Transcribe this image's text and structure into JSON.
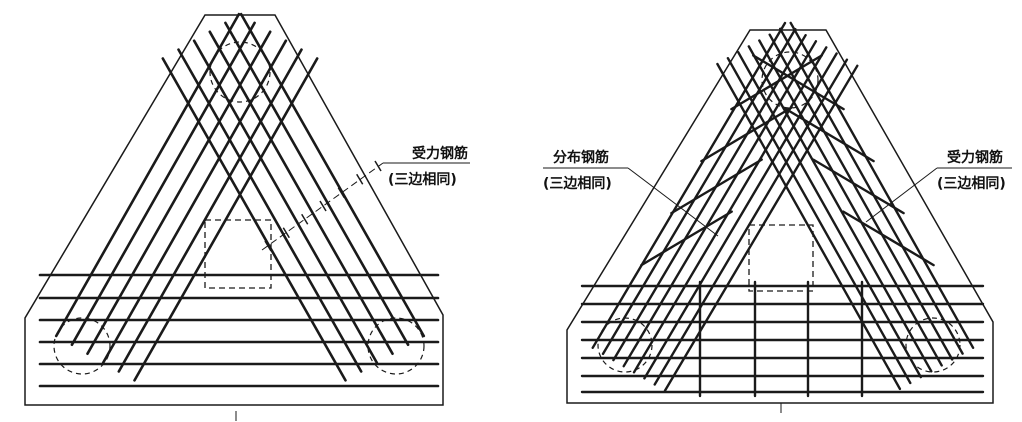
{
  "left_figure": {
    "label_main": "受力钢筋",
    "label_sub": "(三边相同)"
  },
  "right_figure": {
    "label_left_main": "分布钢筋",
    "label_left_sub": "(三边相同)",
    "label_right_main": "受力钢筋",
    "label_right_sub": "(三边相同)"
  },
  "colors": {
    "line": "#1a1a1a",
    "background": "#ffffff"
  }
}
